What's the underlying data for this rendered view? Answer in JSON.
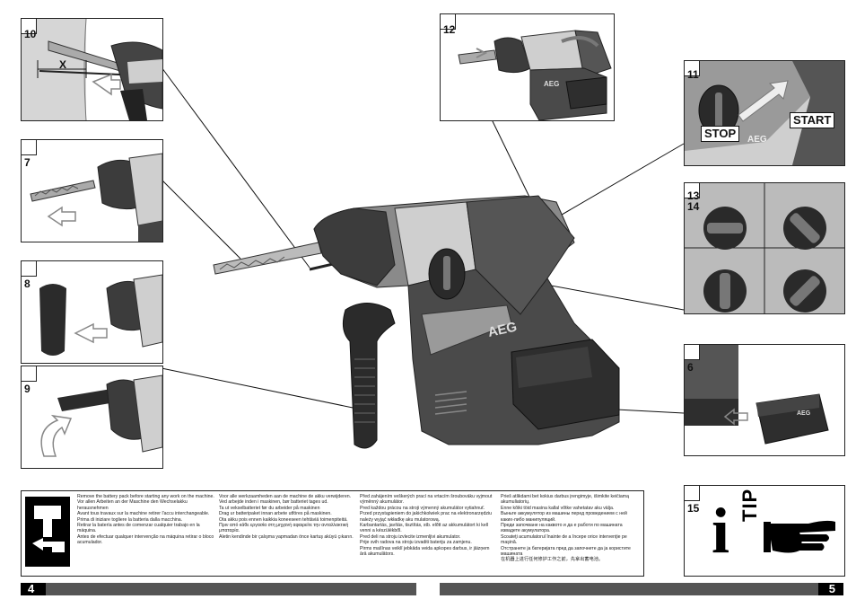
{
  "panels": {
    "p10": "10",
    "p12": "12",
    "p7": "7",
    "p11": "11",
    "p1314": "13\n14",
    "p8": "8",
    "p9": "9",
    "p6": "6",
    "p15": "15"
  },
  "labels": {
    "stop": "STOP",
    "start": "START",
    "x": "X",
    "brand": "AEG",
    "tip": "TIP",
    "info_i": "i"
  },
  "warning": {
    "col1": [
      "Remove the battery pack before starting any work on the machine.",
      "Vor allen Arbeiten an der Maschine den Wechselakku herausnehmen",
      "Avant tous travaux sur la machine retirer l'accu interchangeable.",
      "Prima di iniziare togliere la batteria dalla macchina.",
      "Retirar la batería antes de comenzar cualquier trabajo en la máquina.",
      "Antes de efectuar qualquer intervenção na máquina retirar o bloco acumulador."
    ],
    "col2": [
      "Voor alle werkzaamheden aan de machine de akku verwijderen.",
      "Ved arbejde inden i maskinen, bør batteriet tages ud.",
      "Ta ut vekselbatteriet før du arbeider på maskinen",
      "Drag ur batteripaket innan arbete utföres på maskinen.",
      "Ota akku pois ennen kaikkia koneeseen tehtäviä toimenpiteitä.",
      "Πριν από κάθε εργασία στη μηχανή αφαιρείτε την ανταλλακτική μπαταρία.",
      "Aletin kendinde bir çalışma yapmadan önce kartuş aküyü çıkarın."
    ],
    "col3": [
      "Před zahájením veškerých prací na vrtacím šroubováku vyjmout výměnný akumulátor.",
      "Pred každou prácou na stroji výmenný akumulátor vytiahnuť.",
      "Przed przystąpieniem do jakichkolwiek prac na elektronarzędziu należy wyjąć wkładkę aku mulatorową.",
      "Karbantartás, javítás, tisztítás, stb. előtt az akkumulátort ki kell venni a készülékből.",
      "Pred deli na stroju izvlecite izmenljivi akumulator.",
      "Prije svih radova na stroju izvaditi bateriju za zamjenu.",
      "Pirms mašīnas veiklī jebkāda veida apkopes darbus, ir jāizņem ārā akumulātors."
    ],
    "col4": [
      "Prieš atlikdami bet kokius darbus įrengimyje, išimkite keičiamą akumuliatorių.",
      "Enne kõiki töid masina kallal võtke vahetatav aku välja.",
      "Выньте аккумулятор из машины перед проведением с ней каких-либо манипуляций.",
      "Преди започване на каквото и да е работи по машината извадете акумулатора.",
      "Scoateţi acumulatorul înainte de a începe orice intervenţie pe maşină.",
      "Отстранете ја батеријата пред да започнете да ја користите машината",
      "在机器上进行任何修护工作之前，先拿出蓄电池。"
    ]
  },
  "footer": {
    "page_left": "4",
    "page_right": "5"
  },
  "colors": {
    "footer_bar": "#555555",
    "tool_dark": "#3a3a3a",
    "tool_red": "#c8c8c8"
  }
}
